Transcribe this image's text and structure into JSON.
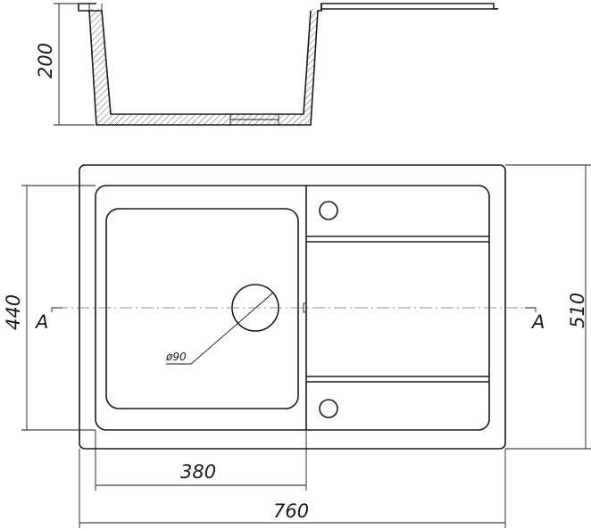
{
  "dimensions": {
    "depth": "200",
    "inner_length": "440",
    "outer_length": "510",
    "bowl_width": "380",
    "overall_width": "760",
    "drain_diameter": "ø90"
  },
  "section": {
    "left_mark": "A",
    "right_mark": "A"
  }
}
